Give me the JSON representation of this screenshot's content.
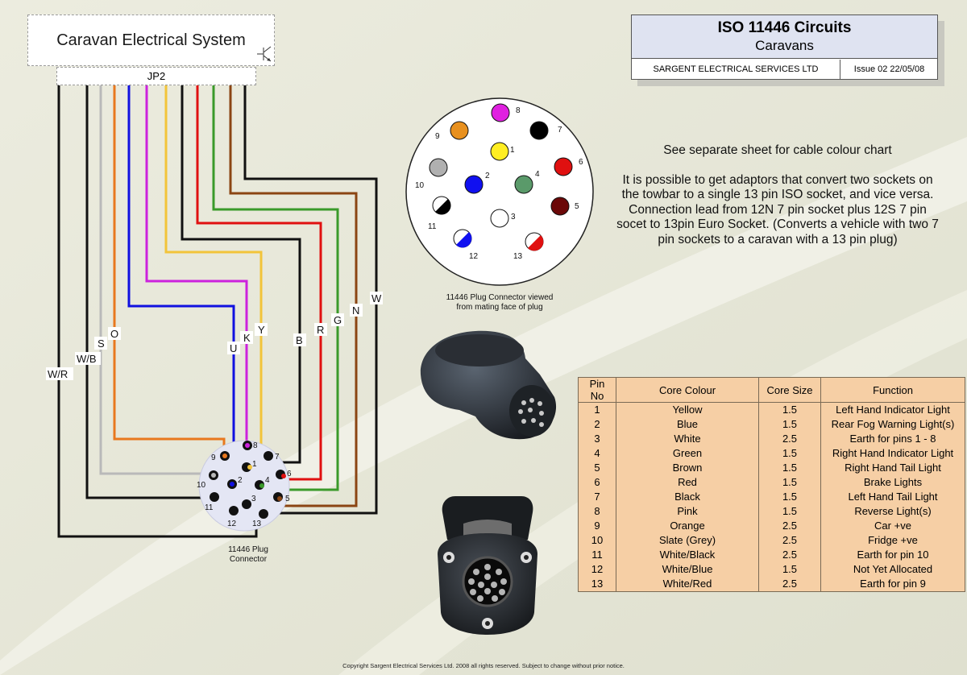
{
  "system": {
    "title": "Caravan Electrical System",
    "jp": "JP2"
  },
  "title_block": {
    "title": "ISO 11446 Circuits",
    "subtitle": "Caravans",
    "company": "SARGENT ELECTRICAL SERVICES LTD",
    "issue": "Issue 02  22/05/08"
  },
  "notes": [
    "See separate sheet for cable colour chart",
    "It is possible to get adaptors that convert two sockets on the towbar to a single 13 pin ISO socket, and vice versa.",
    "Connection lead from 12N 7 pin socket plus 12S 7 pin socet to 13pin Euro Socket. (Converts a vehicle with two 7 pin sockets to a caravan with a 13 pin plug)"
  ],
  "wire_labels": [
    "W/R",
    "W/B",
    "S",
    "O",
    "U",
    "K",
    "Y",
    "B",
    "R",
    "G",
    "N",
    "W"
  ],
  "small_connector": {
    "pins": [
      "1",
      "2",
      "3",
      "4",
      "5",
      "6",
      "7",
      "8",
      "9",
      "10",
      "11",
      "12",
      "13"
    ],
    "caption_line1": "11446 Plug",
    "caption_line2": "Connector"
  },
  "plug_face": {
    "pins": [
      "1",
      "2",
      "3",
      "4",
      "5",
      "6",
      "7",
      "8",
      "9",
      "10",
      "11",
      "12",
      "13"
    ],
    "caption_line1": "11446 Plug Connector viewed",
    "caption_line2": "from mating face of plug"
  },
  "pin_table": {
    "headers": [
      "Pin No",
      "Core Colour",
      "Core Size",
      "Function"
    ],
    "rows": [
      [
        "1",
        "Yellow",
        "1.5",
        "Left Hand Indicator Light"
      ],
      [
        "2",
        "Blue",
        "1.5",
        "Rear Fog Warning Light(s)"
      ],
      [
        "3",
        "White",
        "2.5",
        "Earth for pins 1 - 8"
      ],
      [
        "4",
        "Green",
        "1.5",
        "Right Hand Indicator Light"
      ],
      [
        "5",
        "Brown",
        "1.5",
        "Right Hand Tail Light"
      ],
      [
        "6",
        "Red",
        "1.5",
        "Brake Lights"
      ],
      [
        "7",
        "Black",
        "1.5",
        "Left Hand Tail Light"
      ],
      [
        "8",
        "Pink",
        "1.5",
        "Reverse Light(s)"
      ],
      [
        "9",
        "Orange",
        "2.5",
        "Car +ve"
      ],
      [
        "10",
        "Slate (Grey)",
        "2.5",
        "Fridge +ve"
      ],
      [
        "11",
        "White/Black",
        "2.5",
        "Earth for pin 10"
      ],
      [
        "12",
        "White/Blue",
        "1.5",
        "Not Yet Allocated"
      ],
      [
        "13",
        "White/Red",
        "2.5",
        "Earth for pin 9"
      ]
    ]
  },
  "colors": {
    "yellow": "#f2c43a",
    "blue": "#1010e0",
    "white": "#ffffff",
    "green": "#3a9a2a",
    "brown": "#8b4513",
    "red": "#e01010",
    "black": "#111111",
    "pink": "#cc22dd",
    "orange": "#e8781e",
    "grey": "#b9b9b9",
    "table_bg": "#f6cfa5",
    "title_bg": "#dfe3f1"
  },
  "copyright": "Copyright Sargent Electrical Services Ltd. 2008 all rights reserved.  Subject to change without prior notice."
}
